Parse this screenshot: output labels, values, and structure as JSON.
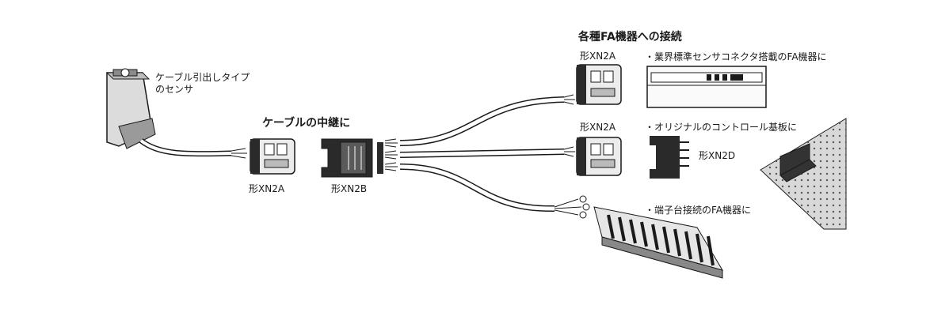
{
  "labels": {
    "sensor_line1": "ケーブル引出しタイプ",
    "sensor_line2": "のセンサ",
    "relay_heading": "ケーブルの中継に",
    "connect_heading": "各種FA機器への接続",
    "model_xn2a": "形XN2A",
    "model_xn2b": "形XN2B",
    "model_xn2d": "形XN2D",
    "bullet_standard": "・業界標準センサコネクタ搭載のFA機器に",
    "bullet_board": "・オリジナルのコントロール基板に",
    "bullet_terminal": "・端子台接続のFA機器に"
  },
  "colors": {
    "line": "#1a1a1a",
    "device_fill": "#e9e9e9",
    "device_dark": "#2a2a2a"
  }
}
